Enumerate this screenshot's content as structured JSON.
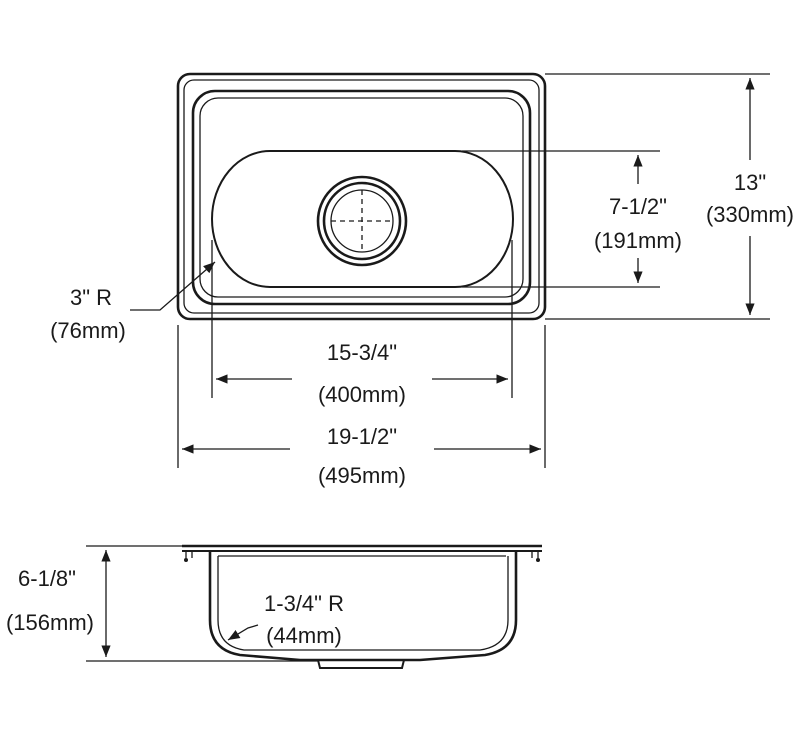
{
  "top_view": {
    "height": {
      "inch": "13\"",
      "mm": "(330mm)"
    },
    "bowl_width": {
      "inch": "7-1/2\"",
      "mm": "(191mm)"
    },
    "corner_radius": {
      "inch": "3\" R",
      "mm": "(76mm)"
    },
    "bowl_length": {
      "inch": "15-3/4\"",
      "mm": "(400mm)"
    },
    "overall_length": {
      "inch": "19-1/2\"",
      "mm": "(495mm)"
    }
  },
  "side_view": {
    "depth": {
      "inch": "6-1/8\"",
      "mm": "(156mm)"
    },
    "bottom_radius": {
      "inch": "1-3/4\" R",
      "mm": "(44mm)"
    }
  }
}
